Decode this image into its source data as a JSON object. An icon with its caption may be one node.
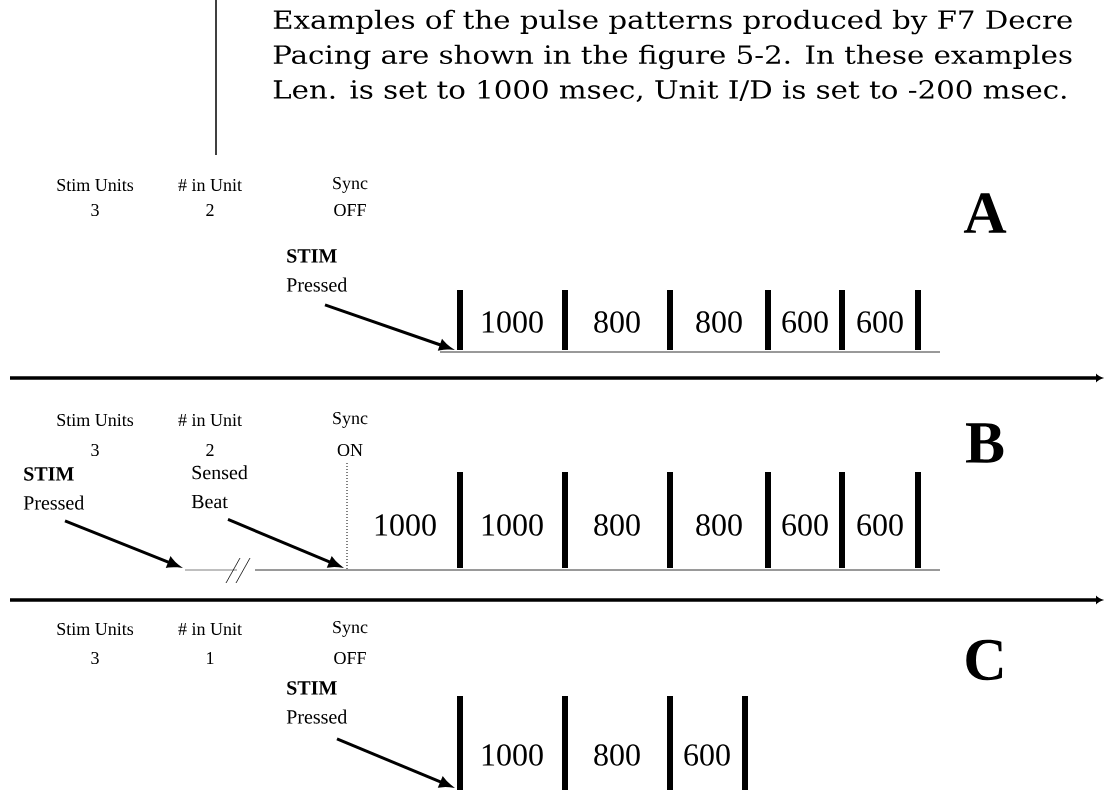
{
  "diagram": {
    "nodes": [
      {
        "text": [
          "STIM",
          "Pressed"
        ]
      },
      {
        "text": [
          "STIM",
          "Pressed"
        ]
      },
      {
        "text": [
          "Sensed Beat"
        ]
      },
      {
        "text": [
          "STIM",
          "Pressed"
        ]
      }
    ],
    "edges": [
      {
        "from": 0,
        "to": null,
        "arrow": "to"
      },
      {
        "from": 1,
        "to": null,
        "arrow": "to"
      },
      {
        "from": 2,
        "to": null,
        "arrow": "to"
      },
      {
        "from": 3,
        "to": null,
        "arrow": "to"
      }
    ],
    "labels": [
      "Examples of the pulse patterns produced by F7 Decre",
      "Pacing are shown in the figure 5-2.  In these examples",
      "Len. is set to 1000 msec, Unit I/D is set to -200 msec.",
      "Stim Units",
      "# in Unit",
      "Sync",
      "3",
      "2",
      "OFF",
      "A",
      "1000",
      "800",
      "800",
      "600",
      "600",
      "Stim Units",
      "# in Unit",
      "Sync",
      "3",
      "2",
      "ON",
      "B",
      "1000",
      "1000",
      "800",
      "800",
      "600",
      "600",
      "Stim Units",
      "# in Unit",
      "Sync",
      "3",
      "1",
      "OFF",
      "C",
      "1000",
      "800",
      "600"
    ]
  }
}
